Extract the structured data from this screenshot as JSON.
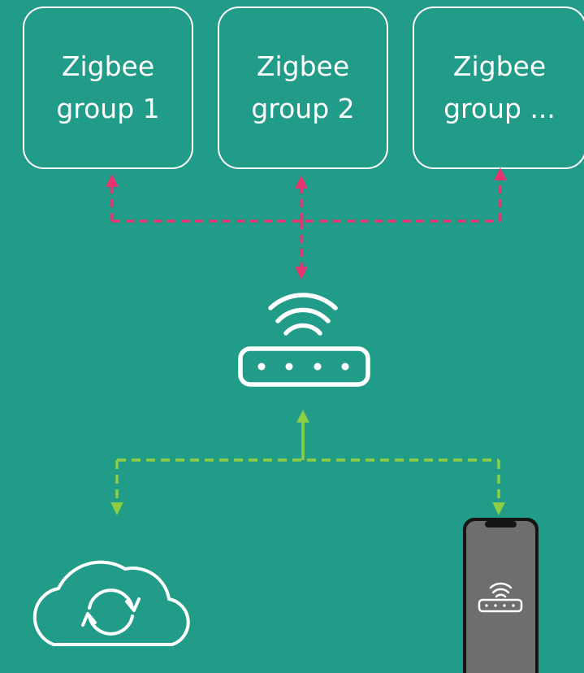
{
  "groups": [
    {
      "line1": "Zigbee",
      "line2": "group 1"
    },
    {
      "line1": "Zigbee",
      "line2": "group 2"
    },
    {
      "line1": "Zigbee",
      "line2": "group ..."
    }
  ],
  "colors": {
    "background": "#209c88",
    "foreground": "#ffffff",
    "zigbee_link": "#e8336f",
    "wifi_link": "#8ccf45",
    "phone_screen": "#6e6e6e"
  },
  "icons": {
    "hub": "router-icon",
    "cloud": "cloud-sync-icon",
    "phone": "phone-app-icon"
  }
}
